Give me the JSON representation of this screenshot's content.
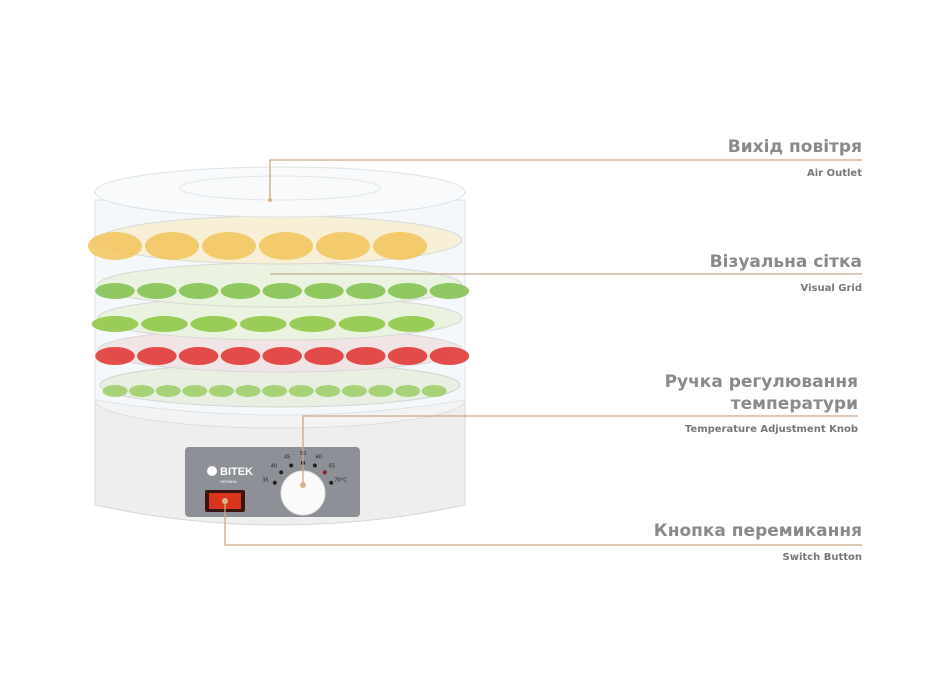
{
  "callouts": [
    {
      "title": "Вихід повітря",
      "subtitle": "Air Outlet"
    },
    {
      "title": "Візуальна сітка",
      "subtitle": "Visual Grid"
    },
    {
      "title_line1": "Ручка регулювання",
      "title_line2": "температури",
      "subtitle": "Temperature Adjustment Knob"
    },
    {
      "title": "Кнопка перемикання",
      "subtitle": "Switch Button"
    }
  ],
  "device": {
    "brand": "BITEK",
    "brand_sub": "УКРАЇНА",
    "knob_marks": [
      "35",
      "40",
      "45",
      "50",
      "60",
      "65",
      "70°C"
    ]
  },
  "colors": {
    "leader_line": "#c9a985",
    "text": "#8a8a8a",
    "switch": "#d8361c"
  }
}
